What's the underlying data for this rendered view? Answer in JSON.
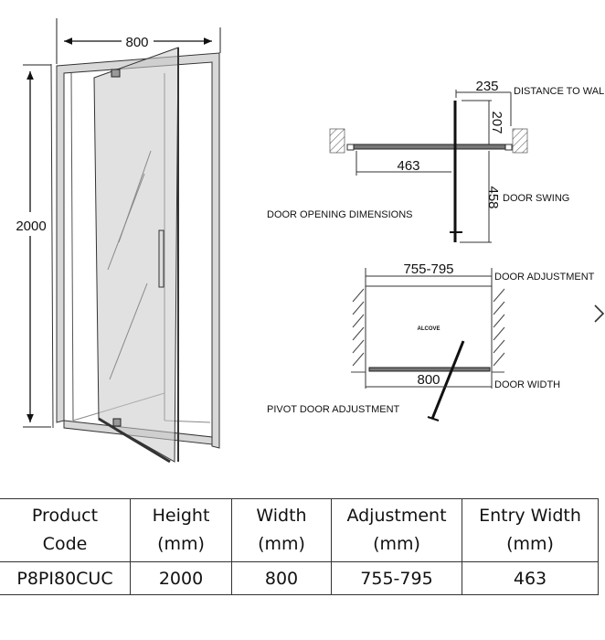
{
  "door_drawing": {
    "width_label": "800",
    "height_label": "2000"
  },
  "opening_diagram": {
    "distance_to_wall_value": "235",
    "distance_to_wall_label": "DISTANCE TO WALL",
    "side_value": "207",
    "entry_value": "463",
    "swing_value": "458",
    "swing_label": "DOOR SWING",
    "title": "DOOR OPENING DIMENSIONS"
  },
  "adjustment_diagram": {
    "adjustment_value": "755-795",
    "adjustment_label": "DOOR ADJUSTMENT",
    "alcove_label": "ALCOVE",
    "width_value": "800",
    "width_label": "DOOR WIDTH",
    "title": "PIVOT DOOR ADJUSTMENT"
  },
  "spec_table": {
    "headers": [
      [
        "Product",
        "Code"
      ],
      [
        "Height",
        "(mm)"
      ],
      [
        "Width",
        "(mm)"
      ],
      [
        "Adjustment",
        "(mm)"
      ],
      [
        "Entry Width",
        "(mm)"
      ]
    ],
    "row": [
      "P8PI80CUC",
      "2000",
      "800",
      "755-795",
      "463"
    ]
  },
  "nav": {
    "next_icon": "chevron-right-icon"
  }
}
